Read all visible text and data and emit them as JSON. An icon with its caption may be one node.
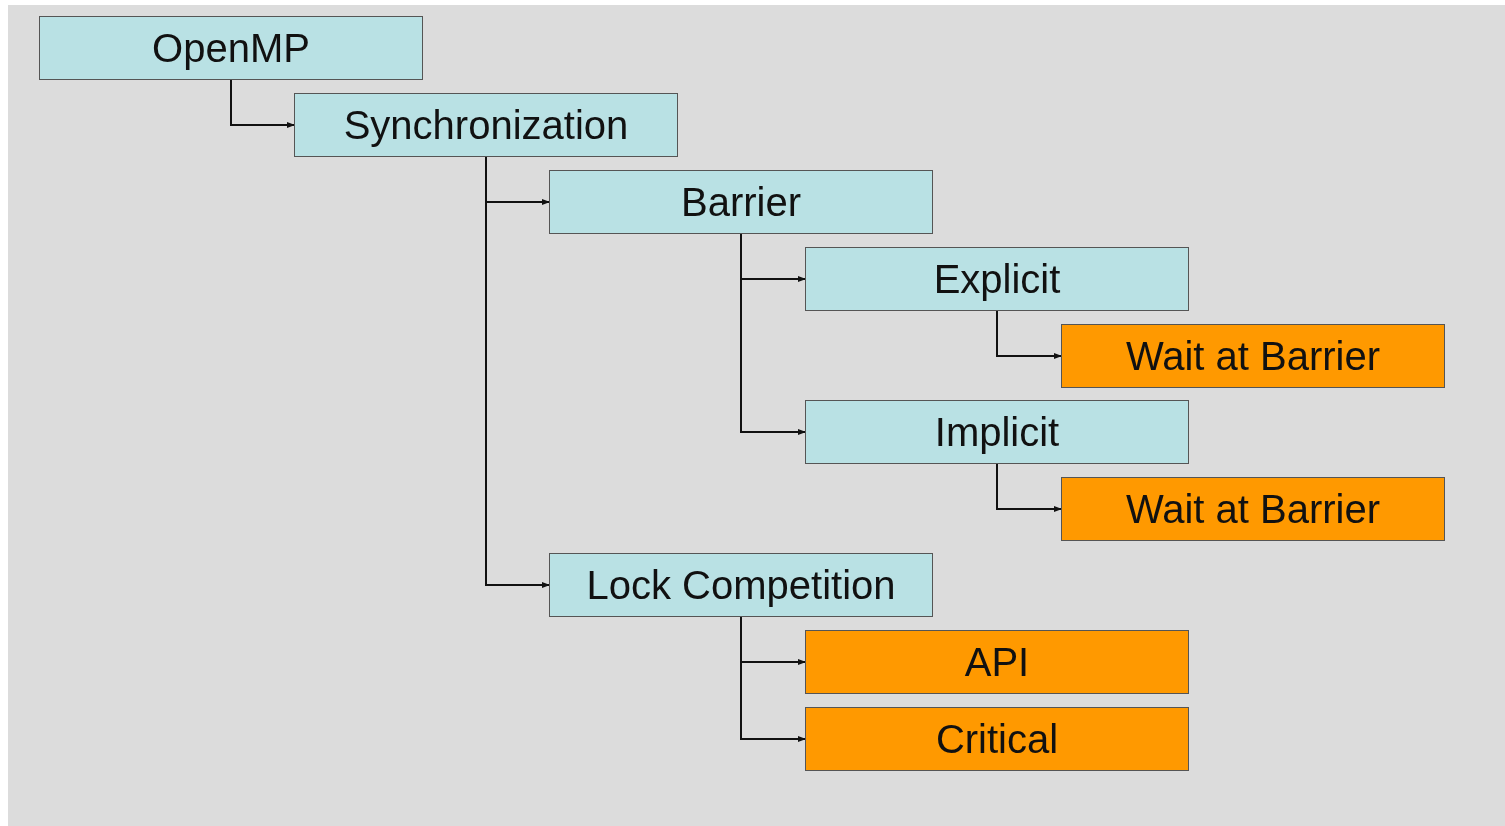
{
  "diagram": {
    "nodes": [
      {
        "text": [
          "OpenMP"
        ]
      },
      {
        "text": [
          "Synchronization"
        ]
      },
      {
        "text": [
          "Barrier"
        ]
      },
      {
        "text": [
          "Explicit"
        ]
      },
      {
        "text": [
          "Wait at Barrier"
        ]
      },
      {
        "text": [
          "Implicit"
        ]
      },
      {
        "text": [
          "Wait at Barrier"
        ]
      },
      {
        "text": [
          "Lock Competition"
        ]
      },
      {
        "text": [
          "API"
        ]
      },
      {
        "text": [
          "Critical"
        ]
      }
    ],
    "edges": [
      {
        "from": 0,
        "to": 1,
        "arrow": "to"
      },
      {
        "from": 1,
        "to": 2,
        "arrow": "to"
      },
      {
        "from": 2,
        "to": 3,
        "arrow": "to"
      },
      {
        "from": 3,
        "to": 4,
        "arrow": "to"
      },
      {
        "from": 2,
        "to": 5,
        "arrow": "to"
      },
      {
        "from": 5,
        "to": 6,
        "arrow": "to"
      },
      {
        "from": 1,
        "to": 7,
        "arrow": "to"
      },
      {
        "from": 7,
        "to": 8,
        "arrow": "to"
      },
      {
        "from": 7,
        "to": 9,
        "arrow": "to"
      }
    ]
  }
}
